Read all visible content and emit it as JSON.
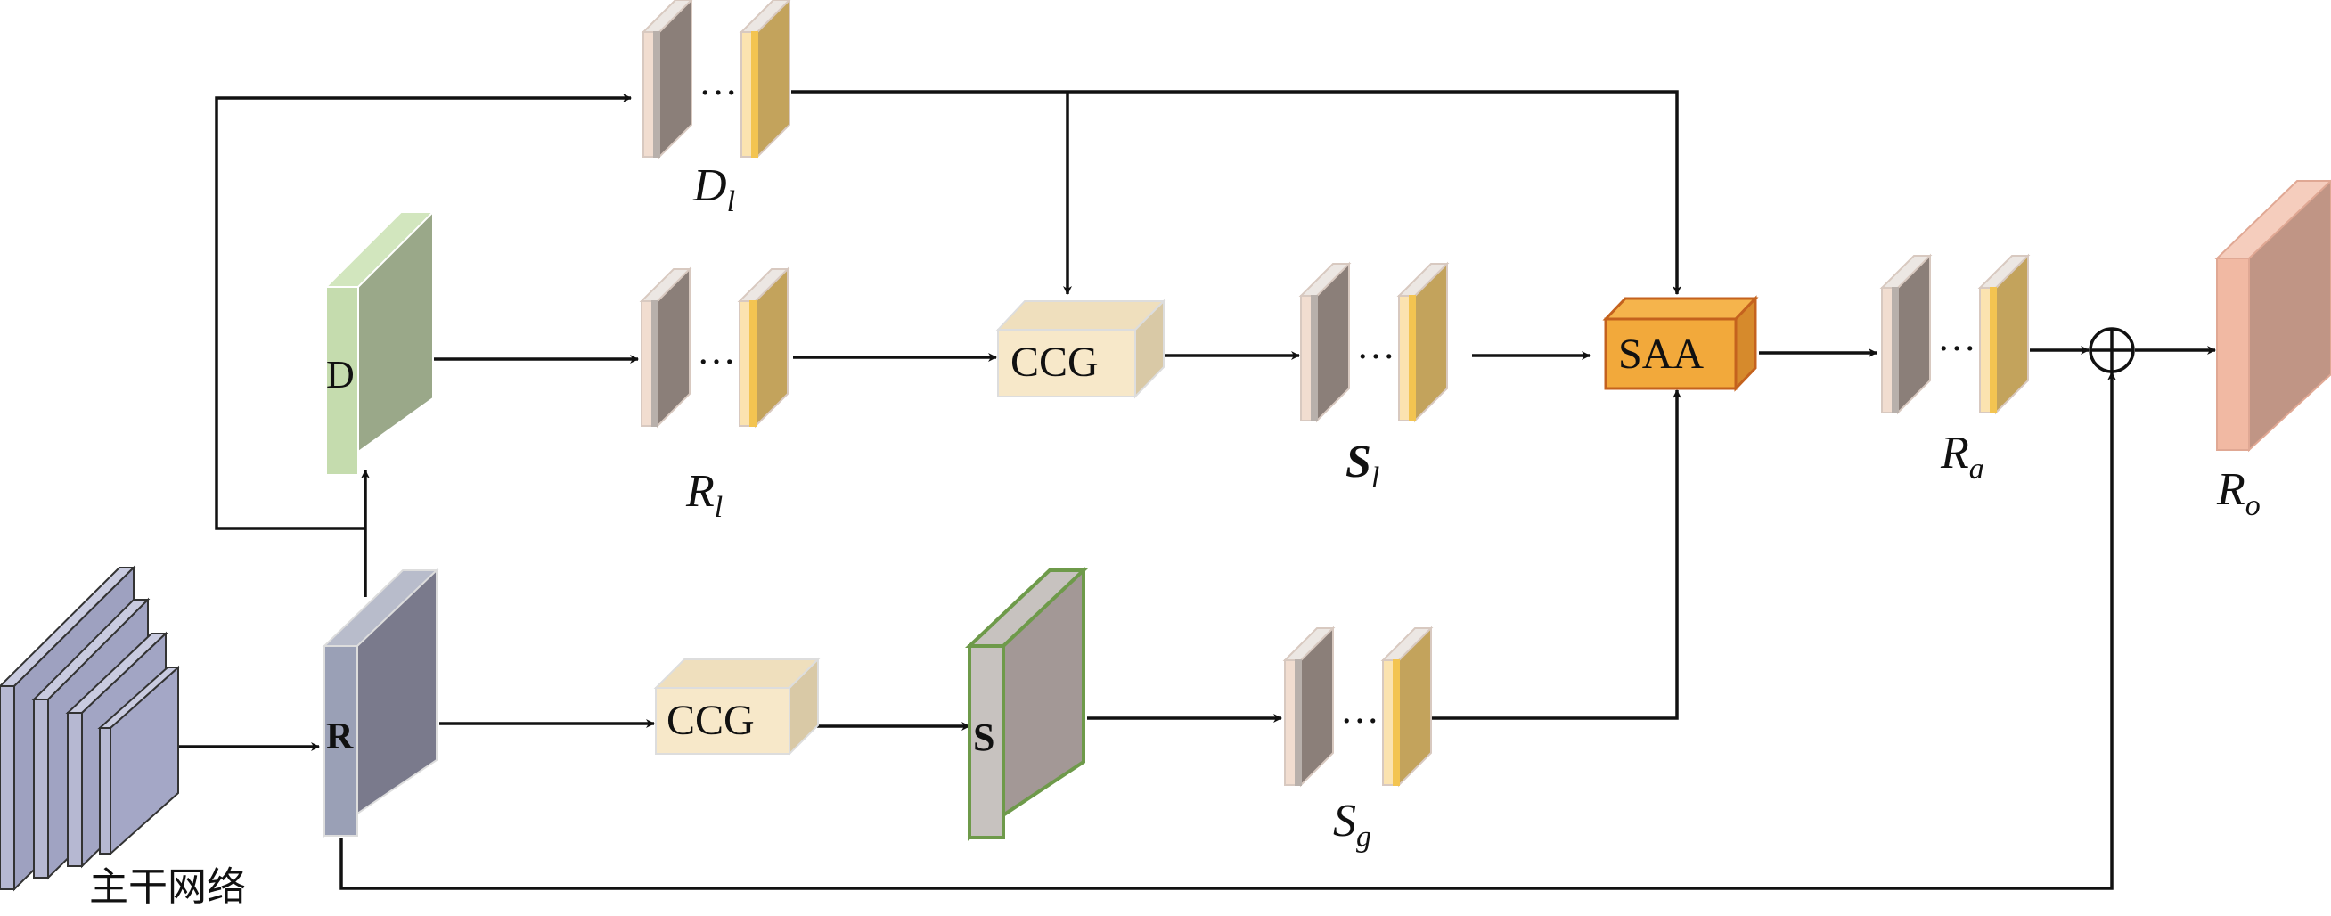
{
  "diagram": {
    "backbone_label": "主干网络",
    "blocks": {
      "R": "R",
      "D": "D",
      "S": "S",
      "ccg_top": "CCG",
      "ccg_bottom": "CCG",
      "saa": "SAA"
    },
    "dots": "…",
    "feature_labels": {
      "Dl": {
        "main": "D",
        "sub": "l"
      },
      "Rl": {
        "main": "R",
        "sub": "l"
      },
      "Sl": {
        "main": "S",
        "sub": "l"
      },
      "Sg": {
        "main": "S",
        "sub": "g"
      },
      "Ra": {
        "main": "R",
        "sub": "a"
      },
      "Ro": {
        "main": "R",
        "sub": "o"
      }
    },
    "sum_symbol": "⊕",
    "colors": {
      "backbone": "#a6a8c6",
      "r_block_front": "#9aa0b6",
      "r_block_side": "#7a7a8c",
      "d_block_front": "#c5dcae",
      "d_block_side": "#9aa889",
      "s_block_front": "#c7c2bf",
      "s_block_side": "#a39896",
      "s_block_border": "#6e9a4a",
      "ccg_fill": "#f7e8c9",
      "saa_fill": "#f2a93b",
      "saa_border": "#c4621e",
      "ro_front": "#f1b9a3",
      "ro_side": "#c09585",
      "feat_dark": "#8b7f79",
      "feat_gold": "#c3a35c"
    }
  }
}
